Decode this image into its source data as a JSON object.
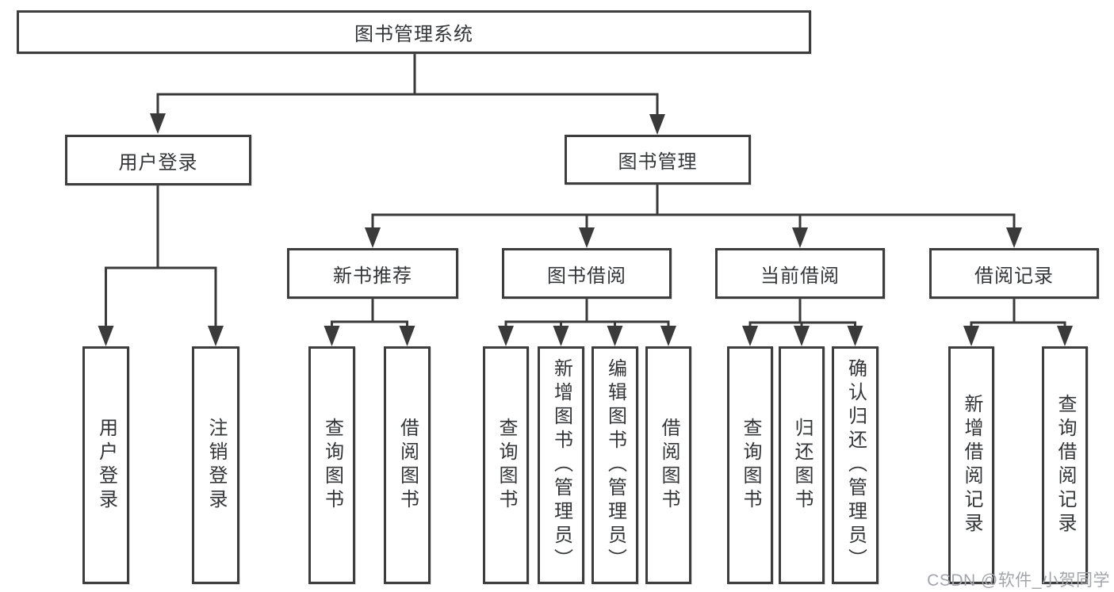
{
  "diagram": {
    "root": {
      "label": "图书管理系统",
      "children": [
        {
          "label": "用户登录",
          "children": [
            {
              "label": "用户登录"
            },
            {
              "label": "注销登录"
            }
          ]
        },
        {
          "label": "图书管理",
          "children": [
            {
              "label": "新书推荐",
              "children": [
                {
                  "label": "查询图书"
                },
                {
                  "label": "借阅图书"
                }
              ]
            },
            {
              "label": "图书借阅",
              "children": [
                {
                  "label": "查询图书"
                },
                {
                  "label": "新增图书（管理员）"
                },
                {
                  "label": "编辑图书（管理员）"
                },
                {
                  "label": "借阅图书"
                }
              ]
            },
            {
              "label": "当前借阅",
              "children": [
                {
                  "label": "查询图书"
                },
                {
                  "label": "归还图书"
                },
                {
                  "label": "确认归还（管理员）"
                }
              ]
            },
            {
              "label": "借阅记录",
              "children": [
                {
                  "label": "新增借阅记录"
                },
                {
                  "label": "查询借阅记录"
                }
              ]
            }
          ]
        }
      ]
    }
  },
  "watermark": {
    "text": "CSDN @软件_小贺同学"
  }
}
